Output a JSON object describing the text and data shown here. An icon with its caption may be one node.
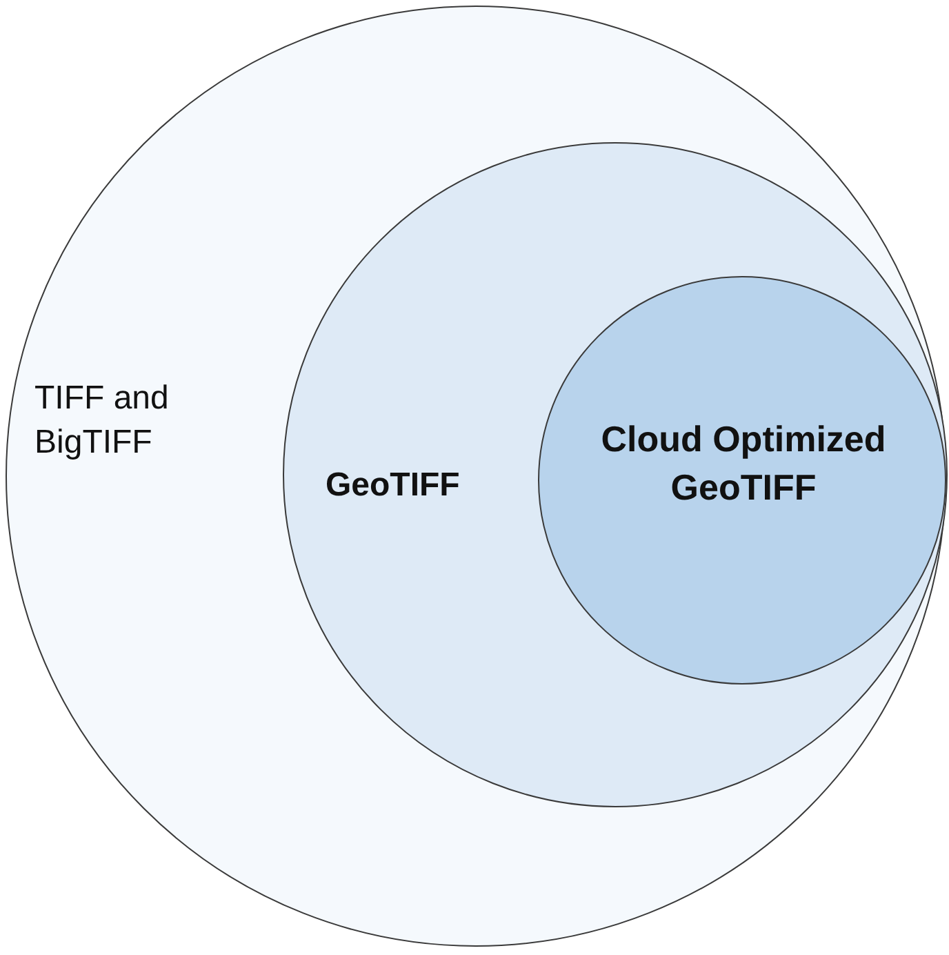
{
  "diagram": {
    "nodes": [
      {
        "text": [
          "TIFF and BigTIFF"
        ]
      },
      {
        "text": [
          "GeoTIFF"
        ],
        "in": 0
      },
      {
        "text": [
          "Cloud Optimized GeoTIFF"
        ],
        "in": 1
      }
    ],
    "edges": []
  }
}
